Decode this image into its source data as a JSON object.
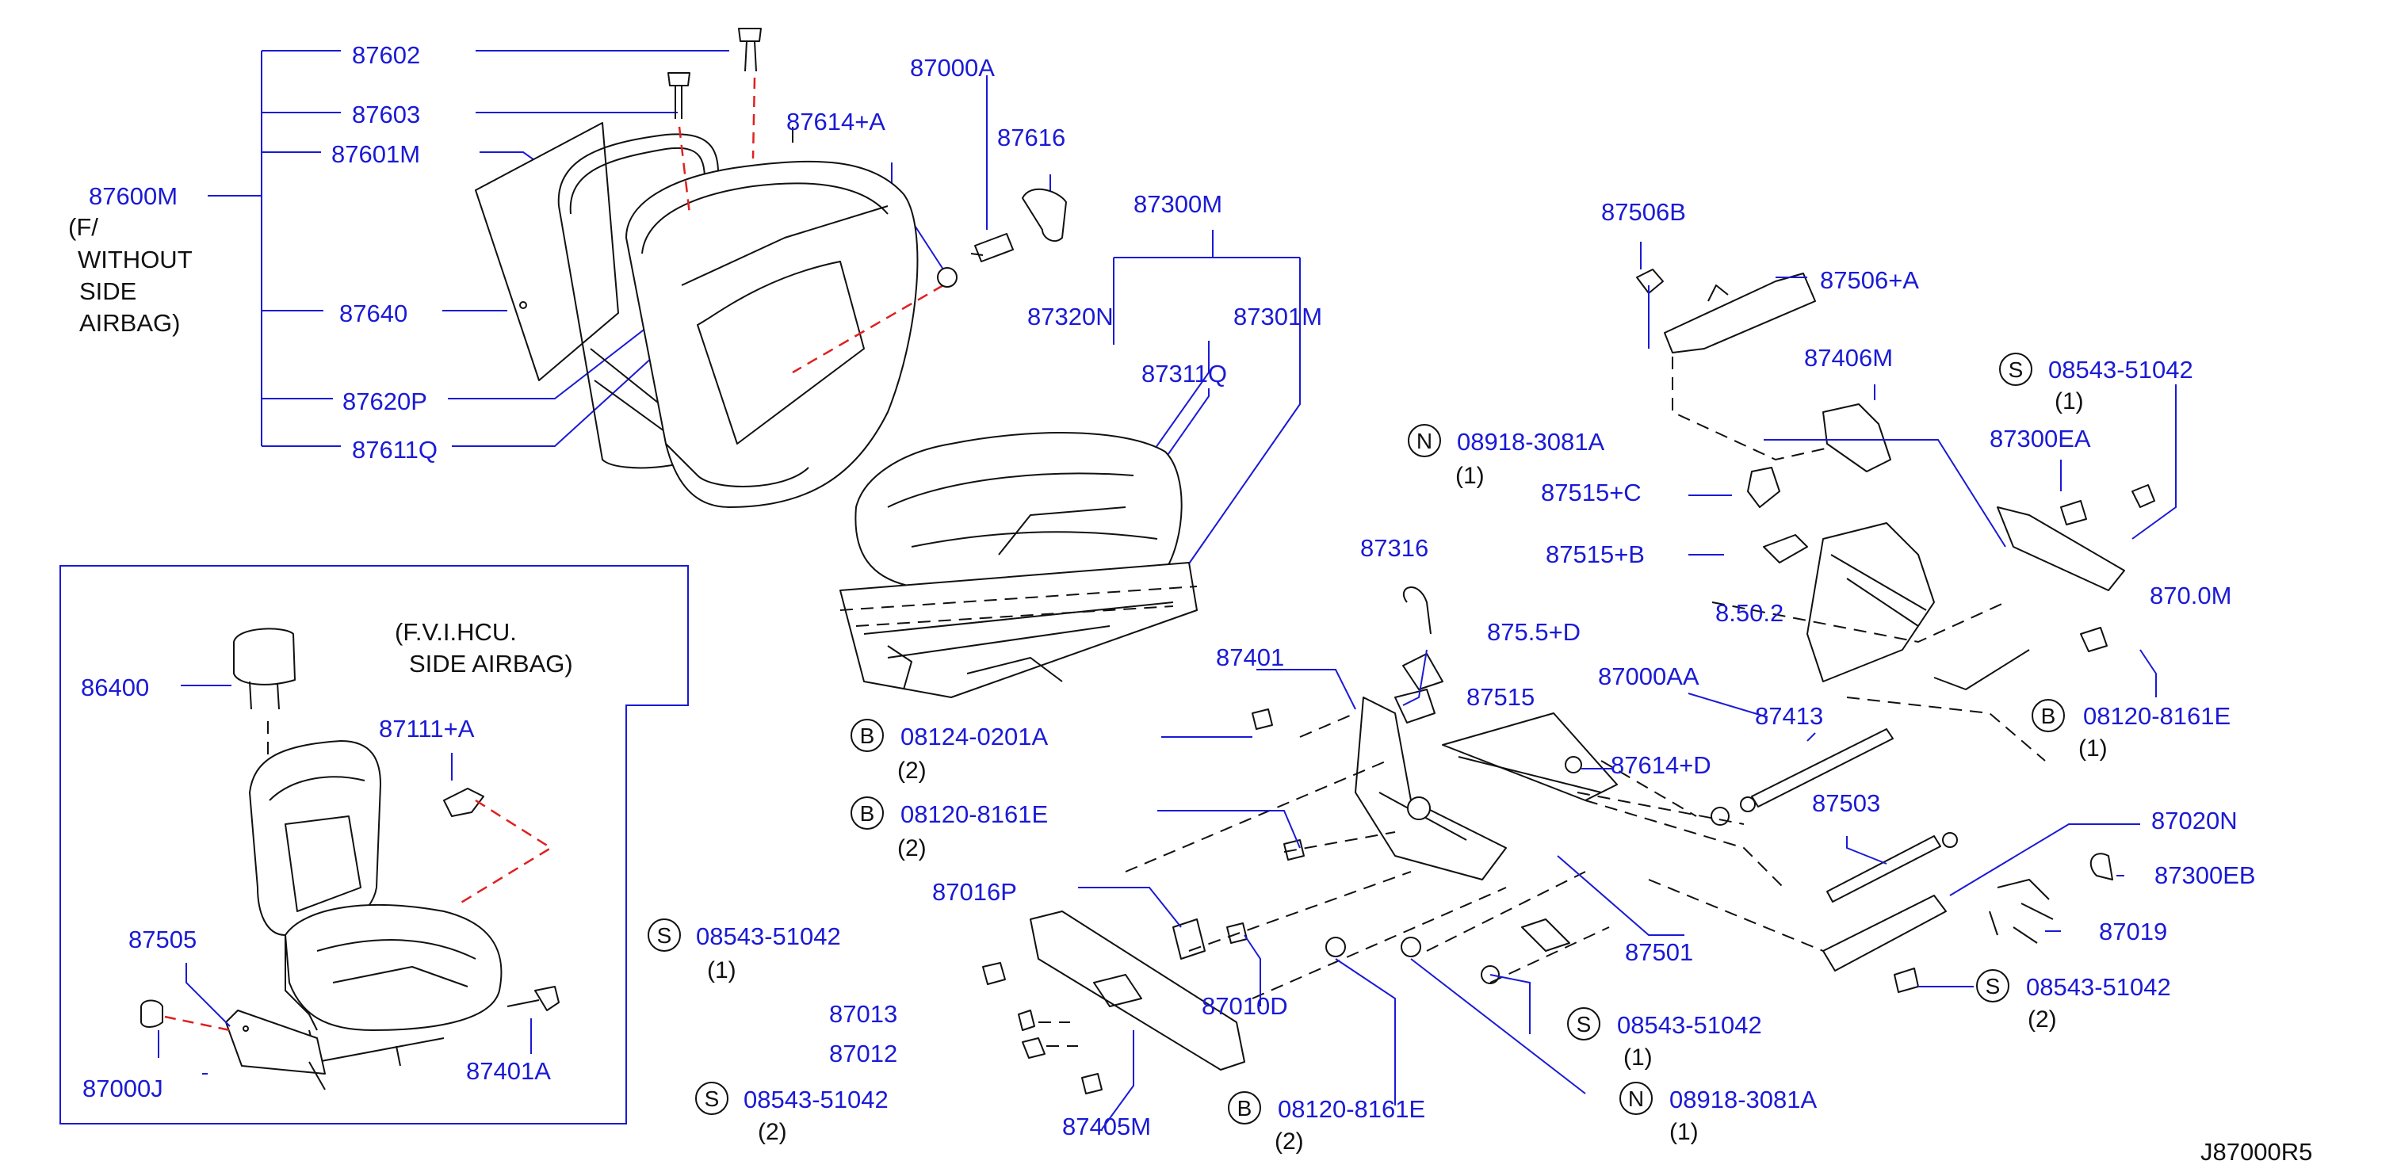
{
  "labels": {
    "p87602": "87602",
    "p87603": "87603",
    "p87601M": "87601M",
    "p87600M": "87600M",
    "note_without_1": "(F/",
    "note_without_2": "WITHOUT",
    "note_without_3": "SIDE",
    "note_without_4": "AIRBAG)",
    "p87640": "87640",
    "p87620P": "87620P",
    "p87611Q": "87611Q",
    "p87000A": "87000A",
    "p87614A": "87614+A",
    "p87616": "87616",
    "p87300M": "87300M",
    "p87320N": "87320N",
    "p87301M": "87301M",
    "p87311Q": "87311Q",
    "p87506B": "87506B",
    "p87506A": "87506+A",
    "p87406M": "87406M",
    "s08543_top": "08543-51042",
    "q_top_s": "(1)",
    "p87300EA": "87300EA",
    "n08918_top": "08918-3081A",
    "q_top_n": "(1)",
    "p87515C": "87515+C",
    "p87515B": "87515+B",
    "p87316": "87316",
    "p87515D_partial": "875.5+D",
    "p8750_partial": "8.50.2",
    "p87020M_partial": "870.0M",
    "p87401": "87401",
    "p87515": "87515",
    "p87000AA": "87000AA",
    "b08120_right": "08120-8161E",
    "q_b_right": "(1)",
    "p87413": "87413",
    "b08124": "08124-0201A",
    "q_b08124": "(2)",
    "b08120_mid": "08120-8161E",
    "q_b_mid": "(2)",
    "p87614D": "87614+D",
    "p87503": "87503",
    "p87020N": "87020N",
    "p87300EB": "87300EB",
    "p87016P": "87016P",
    "s08543_midleft": "08543-51042",
    "q_s_midleft": "(1)",
    "p87019": "87019",
    "p87010D": "87010D",
    "p87501": "87501",
    "s08543_right": "08543-51042",
    "q_s_right": "(2)",
    "p87013": "87013",
    "s08543_mid": "08543-51042",
    "q_s_mid": "(1)",
    "p87012": "87012",
    "s08543_bot": "08543-51042",
    "q_s_bot": "(2)",
    "b08120_bot": "08120-8161E",
    "q_b_bot": "(2)",
    "n08918_bot": "08918-3081A",
    "q_n_bot": "(1)",
    "p87405M": "87405M",
    "inset_note_1": "(F.V.I.HCU.",
    "inset_note_2": "SIDE   AIRBAG)",
    "p86400": "86400",
    "p87111A": "87111+A",
    "p87505": "87505",
    "p87000J": "87000J",
    "p87401A": "87401A",
    "drawing_code": "J87000R5"
  },
  "callout_letters": {
    "S": "S",
    "N": "N",
    "B": "B"
  },
  "colors": {
    "part_number": "#1a1ad6",
    "leader": "#1a1ad6",
    "linework": "#111111",
    "red_dash": "#e02020"
  }
}
